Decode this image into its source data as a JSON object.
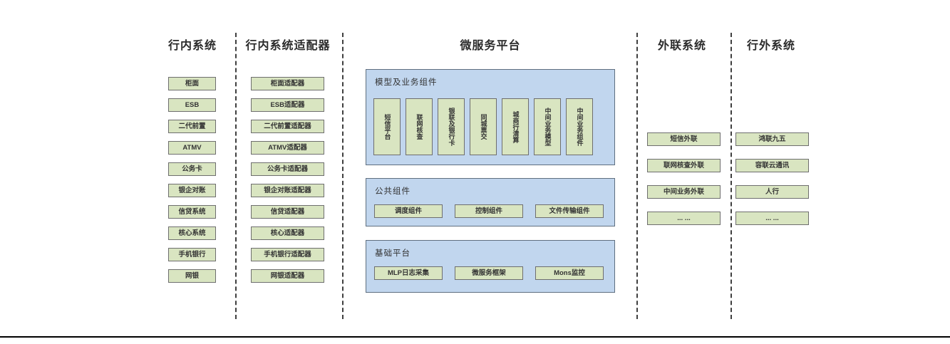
{
  "colors": {
    "green_fill": "#d9e5c1",
    "green_border": "#6e6e6e",
    "blue_fill": "#c1d6ee",
    "blue_border": "#5f6f80",
    "line_color": "#3f3f3f"
  },
  "columns": {
    "inbank": {
      "title": "行内系统",
      "items": [
        "柜面",
        "ESB",
        "二代前置",
        "ATMV",
        "公务卡",
        "银企对账",
        "信贷系统",
        "核心系统",
        "手机银行",
        "网银"
      ]
    },
    "adapters": {
      "title": "行内系统适配器",
      "items": [
        "柜面适配器",
        "ESB适配器",
        "二代前置适配器",
        "ATMV适配器",
        "公务卡适配器",
        "银企对账适配器",
        "信贷适配器",
        "核心适配器",
        "手机银行适配器",
        "网银适配器"
      ]
    },
    "platform": {
      "title": "微服务平台",
      "sections": [
        {
          "label": "模型及业务组件",
          "items": [
            "短信平台",
            "联网核查",
            "银联及银行卡",
            "同城票交",
            "城商行清算",
            "中间业务模型",
            "中间业务组件"
          ]
        },
        {
          "label": "公共组件",
          "items": [
            "调度组件",
            "控制组件",
            "文件传输组件"
          ]
        },
        {
          "label": "基础平台",
          "items": [
            "MLP日志采集",
            "微服务框架",
            "Mons监控"
          ]
        }
      ]
    },
    "external_link": {
      "title": "外联系统",
      "items": [
        "短信外联",
        "联网核查外联",
        "中间业务外联",
        "... ..."
      ]
    },
    "outside": {
      "title": "行外系统",
      "items": [
        "鸿联九五",
        "容联云通讯",
        "人行",
        "... ..."
      ]
    }
  }
}
